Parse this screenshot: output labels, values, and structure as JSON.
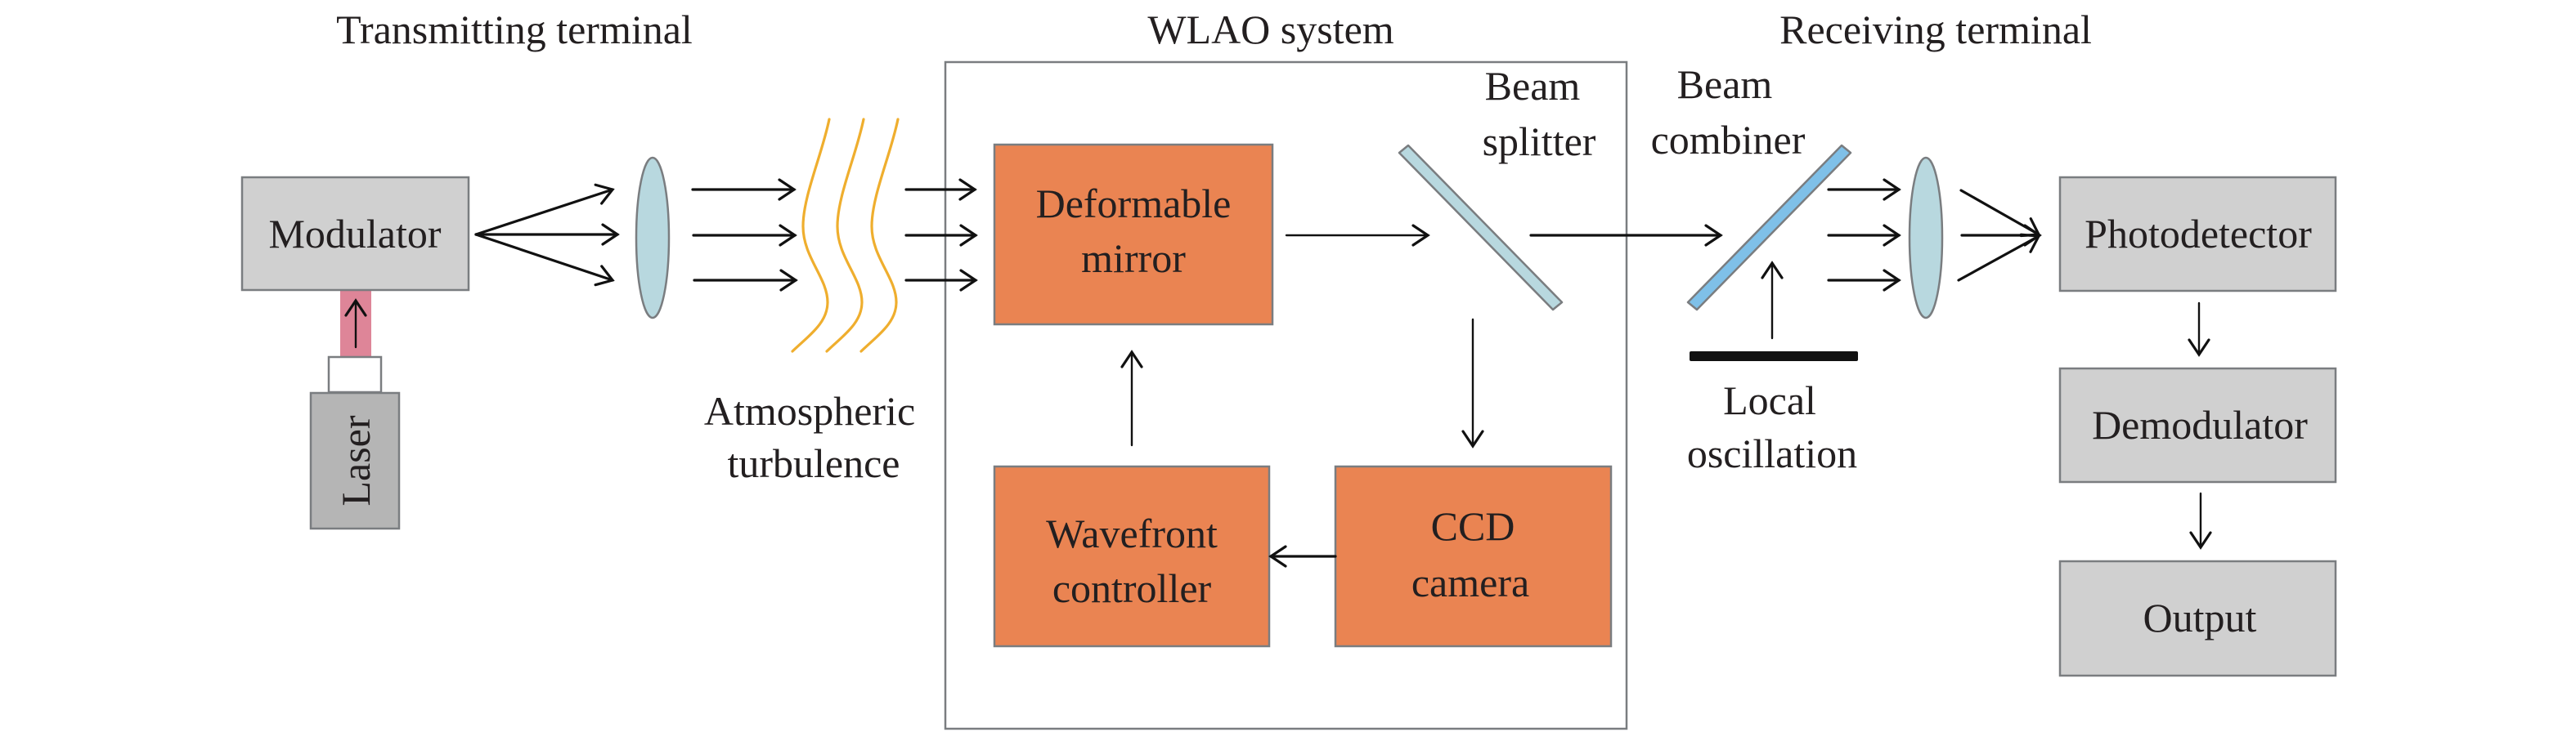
{
  "sections": {
    "transmitting": "Transmitting terminal",
    "wlao": "WLAO system",
    "receiving": "Receiving terminal"
  },
  "components": {
    "modulator": "Modulator",
    "laser": "Laser",
    "deformable_mirror": [
      "Deformable",
      "mirror"
    ],
    "wavefront_controller": [
      "Wavefront",
      "controller"
    ],
    "ccd_camera": [
      "CCD",
      "camera"
    ],
    "photodetector": "Photodetector",
    "demodulator": "Demodulator",
    "output": "Output"
  },
  "labels": {
    "atmospheric_turbulence": [
      "Atmospheric",
      "turbulence"
    ],
    "beam_splitter": [
      "Beam",
      "splitter"
    ],
    "beam_combiner": [
      "Beam",
      "combiner"
    ],
    "local_oscillation": [
      "Local",
      "oscillation"
    ]
  },
  "colors": {
    "wlao_title": "#a0262c",
    "gray_box": "#d0d0d0",
    "laser_box": "#b5b5b5",
    "orange_box": "#ea8452",
    "box_border": "#7a7d80",
    "lens": "#b8d8df",
    "beam_splitter": "#b8d8df",
    "beam_combiner": "#7fc0e8",
    "laser_beam": "#de8598",
    "turbulence": "#efae2e",
    "local_oscillator_bar": "#111111"
  }
}
